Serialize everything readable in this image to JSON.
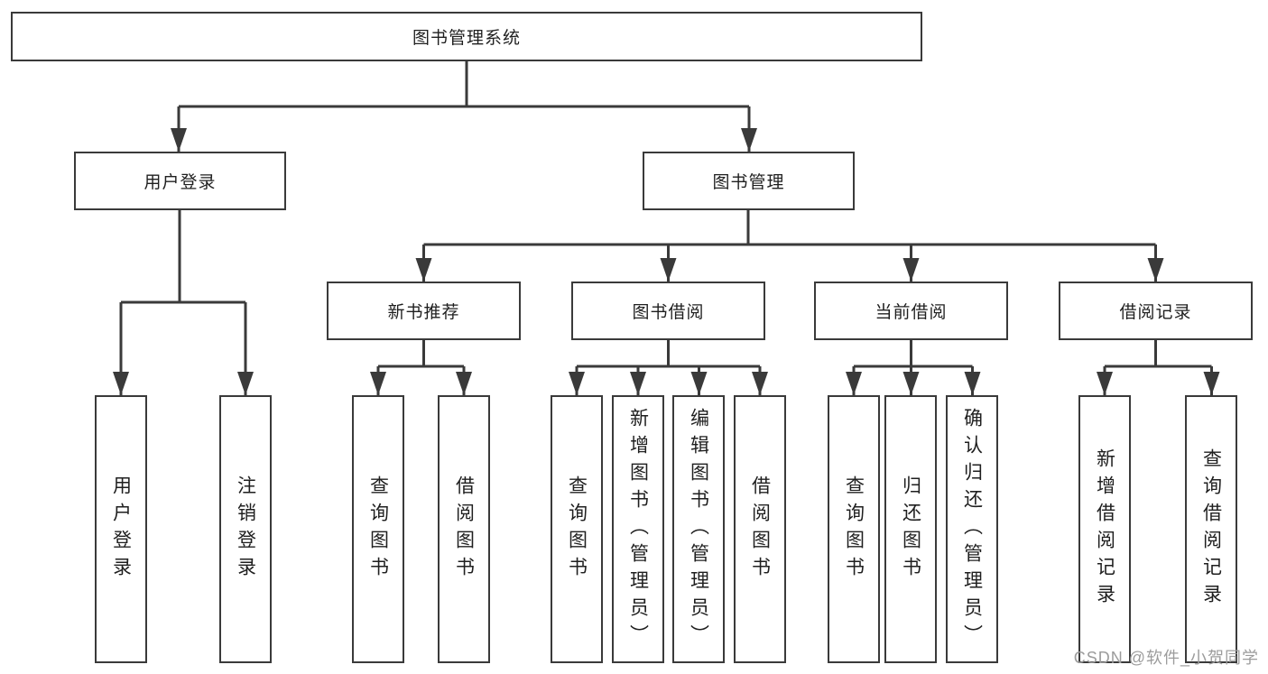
{
  "nodes": {
    "root": "图书管理系统",
    "level1": [
      "用户登录",
      "图书管理"
    ],
    "level2": [
      "新书推荐",
      "图书借阅",
      "当前借阅",
      "借阅记录"
    ],
    "leaves": [
      "用户登录",
      "注销登录",
      "查询图书",
      "借阅图书",
      "查询图书",
      "新增图书（管理员）",
      "编辑图书（管理员）",
      "借阅图书",
      "查询图书",
      "归还图书",
      "确认归还（管理员）",
      "新增借阅记录",
      "查询借阅记录"
    ]
  },
  "watermark": "CSDN @软件_小贺同学",
  "colors": {
    "line": "#3a3a3a",
    "text": "#1f1f1f",
    "background": "#ffffff",
    "watermark": "#9c9c9c"
  }
}
